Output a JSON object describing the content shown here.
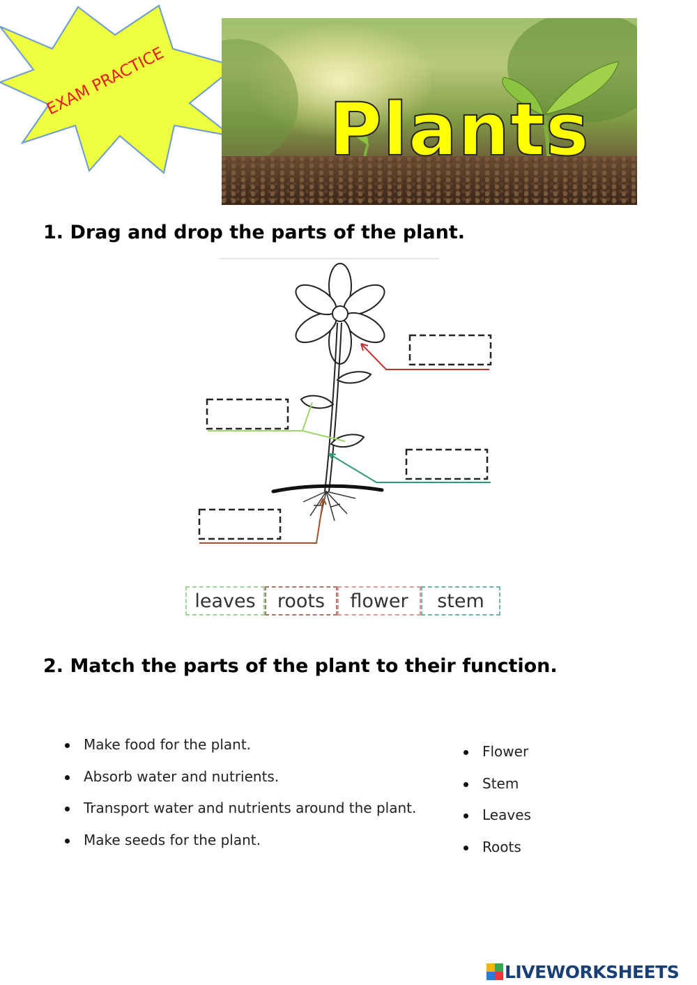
{
  "badge": {
    "text": "EXAM PRACTICE",
    "fill": "#eeff40",
    "outline": "#6a9ad6",
    "text_color": "#e02020"
  },
  "banner": {
    "title": "Plants",
    "title_color": "#ffff00"
  },
  "question1": {
    "heading": "1. Drag and drop the parts of the plant."
  },
  "diagram": {
    "arrow_colors": {
      "flower": "#c43030",
      "leaves": "#9ed66a",
      "stem": "#2f9a70",
      "roots": "#a0522d"
    }
  },
  "word_bank": [
    {
      "label": "leaves",
      "border": "#9fd59a"
    },
    {
      "label": "roots",
      "border": "#b07a6a"
    },
    {
      "label": "flower",
      "border": "#e29a9a"
    },
    {
      "label": "stem",
      "border": "#6fb8a0"
    }
  ],
  "question2": {
    "heading": "2. Match the parts of the plant to their function.",
    "functions": [
      "Make food for the plant.",
      "Absorb water and nutrients.",
      "Transport water and nutrients around the plant.",
      "Make seeds for the plant."
    ],
    "parts": [
      "Flower",
      "Stem",
      "Leaves",
      "Roots"
    ]
  },
  "footer": {
    "logo_text": "LIVEWORKSHEETS",
    "logo_color": "#1a3f73"
  }
}
